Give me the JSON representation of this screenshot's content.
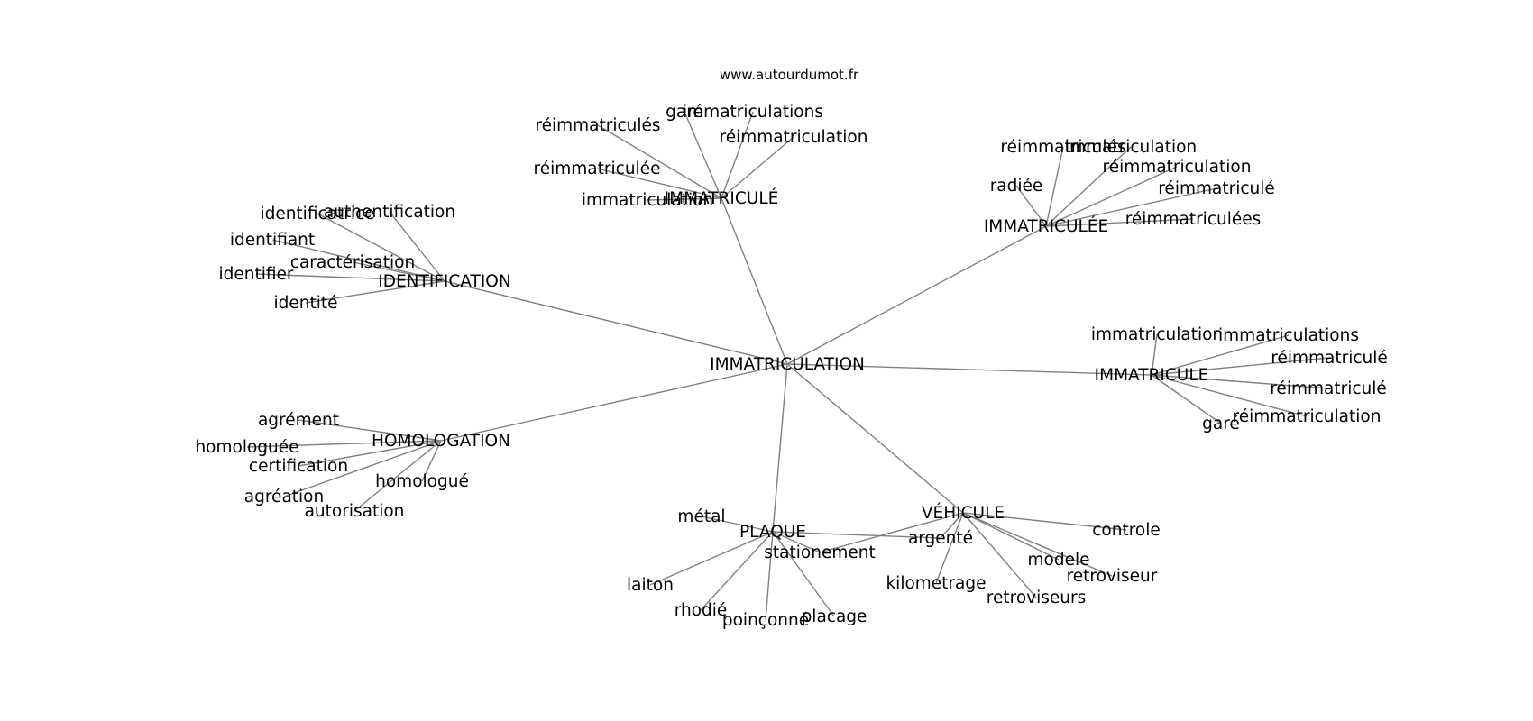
{
  "source": "www.autourdumot.fr",
  "colors": {
    "edge": "#808080",
    "text": "#000000",
    "background": "#ffffff"
  },
  "nodes": [
    {
      "id": "center",
      "label": "IMMATRICULATION"
    },
    {
      "id": "immatricule_acc",
      "label": "IMMATRICULÉ"
    },
    {
      "id": "immatriculee",
      "label": "IMMATRICULÉE"
    },
    {
      "id": "identification",
      "label": "IDENTIFICATION"
    },
    {
      "id": "immatricule",
      "label": "IMMATRICULE"
    },
    {
      "id": "homologation",
      "label": "HOMOLOGATION"
    },
    {
      "id": "vehicule",
      "label": "VÉHICULE"
    },
    {
      "id": "plaque",
      "label": "PLAQUE"
    },
    {
      "id": "ia1",
      "label": "garé"
    },
    {
      "id": "ia2",
      "label": "immatriculations"
    },
    {
      "id": "ia3",
      "label": "réimmatriculés"
    },
    {
      "id": "ia4",
      "label": "réimmatriculation"
    },
    {
      "id": "ia5",
      "label": "réimmatriculée"
    },
    {
      "id": "ia6",
      "label": "immatriculation"
    },
    {
      "id": "ie1",
      "label": "réimmatriculés"
    },
    {
      "id": "ie2",
      "label": "immatriculation"
    },
    {
      "id": "ie3",
      "label": "réimmatriculation"
    },
    {
      "id": "ie4",
      "label": "radiée"
    },
    {
      "id": "ie5",
      "label": "réimmatriculé"
    },
    {
      "id": "ie6",
      "label": "réimmatriculées"
    },
    {
      "id": "id1",
      "label": "identificatrice"
    },
    {
      "id": "id2",
      "label": "authentification"
    },
    {
      "id": "id3",
      "label": "identifiant"
    },
    {
      "id": "id4",
      "label": "caractérisation"
    },
    {
      "id": "id5",
      "label": "identifier"
    },
    {
      "id": "id6",
      "label": "identité"
    },
    {
      "id": "im1",
      "label": "immatriculation"
    },
    {
      "id": "im2",
      "label": "immatriculations"
    },
    {
      "id": "im3",
      "label": "réimmatriculé"
    },
    {
      "id": "im4",
      "label": "réimmatriculé"
    },
    {
      "id": "im5",
      "label": "réimmatriculation"
    },
    {
      "id": "im6",
      "label": "garé"
    },
    {
      "id": "ho1",
      "label": "agrément"
    },
    {
      "id": "ho2",
      "label": "homologuée"
    },
    {
      "id": "ho3",
      "label": "certification"
    },
    {
      "id": "ho4",
      "label": "homologué"
    },
    {
      "id": "ho5",
      "label": "agréation"
    },
    {
      "id": "ho6",
      "label": "autorisation"
    },
    {
      "id": "ve1",
      "label": "controle"
    },
    {
      "id": "ve2",
      "label": "argenté"
    },
    {
      "id": "ve3",
      "label": "modele"
    },
    {
      "id": "ve4",
      "label": "retroviseur"
    },
    {
      "id": "ve5",
      "label": "kilometrage"
    },
    {
      "id": "ve6",
      "label": "retroviseurs"
    },
    {
      "id": "pl1",
      "label": "métal"
    },
    {
      "id": "pl2",
      "label": "stationement"
    },
    {
      "id": "pl3",
      "label": "laiton"
    },
    {
      "id": "pl4",
      "label": "rhodié"
    },
    {
      "id": "pl5",
      "label": "poinçonné"
    },
    {
      "id": "pl6",
      "label": "placage"
    }
  ],
  "edges": [
    [
      "center",
      "immatricule_acc"
    ],
    [
      "center",
      "immatriculee"
    ],
    [
      "center",
      "identification"
    ],
    [
      "center",
      "immatricule"
    ],
    [
      "center",
      "homologation"
    ],
    [
      "center",
      "vehicule"
    ],
    [
      "center",
      "plaque"
    ],
    [
      "immatricule_acc",
      "ia1"
    ],
    [
      "immatricule_acc",
      "ia2"
    ],
    [
      "immatricule_acc",
      "ia3"
    ],
    [
      "immatricule_acc",
      "ia4"
    ],
    [
      "immatricule_acc",
      "ia5"
    ],
    [
      "immatricule_acc",
      "ia6"
    ],
    [
      "immatriculee",
      "ie1"
    ],
    [
      "immatriculee",
      "ie2"
    ],
    [
      "immatriculee",
      "ie3"
    ],
    [
      "immatriculee",
      "ie4"
    ],
    [
      "immatriculee",
      "ie5"
    ],
    [
      "immatriculee",
      "ie6"
    ],
    [
      "identification",
      "id1"
    ],
    [
      "identification",
      "id2"
    ],
    [
      "identification",
      "id3"
    ],
    [
      "identification",
      "id4"
    ],
    [
      "identification",
      "id5"
    ],
    [
      "identification",
      "id6"
    ],
    [
      "immatricule",
      "im1"
    ],
    [
      "immatricule",
      "im2"
    ],
    [
      "immatricule",
      "im3"
    ],
    [
      "immatricule",
      "im4"
    ],
    [
      "immatricule",
      "im5"
    ],
    [
      "immatricule",
      "im6"
    ],
    [
      "homologation",
      "ho1"
    ],
    [
      "homologation",
      "ho2"
    ],
    [
      "homologation",
      "ho3"
    ],
    [
      "homologation",
      "ho4"
    ],
    [
      "homologation",
      "ho5"
    ],
    [
      "homologation",
      "ho6"
    ],
    [
      "vehicule",
      "ve1"
    ],
    [
      "vehicule",
      "ve2"
    ],
    [
      "vehicule",
      "ve3"
    ],
    [
      "vehicule",
      "ve4"
    ],
    [
      "vehicule",
      "ve5"
    ],
    [
      "vehicule",
      "ve6"
    ],
    [
      "plaque",
      "pl1"
    ],
    [
      "plaque",
      "pl2"
    ],
    [
      "plaque",
      "pl3"
    ],
    [
      "plaque",
      "pl4"
    ],
    [
      "plaque",
      "pl5"
    ],
    [
      "plaque",
      "pl6"
    ],
    [
      "vehicule",
      "pl2"
    ],
    [
      "plaque",
      "ve2"
    ]
  ]
}
